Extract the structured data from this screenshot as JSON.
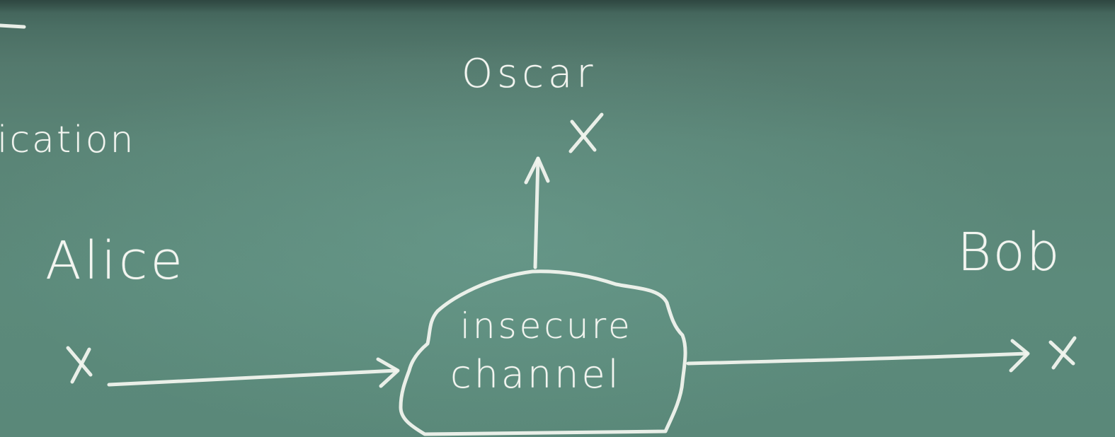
{
  "labels": {
    "partial_word": "ication",
    "eavesdropper": "Oscar",
    "sender": "Alice",
    "receiver": "Bob",
    "channel_line1": "insecure",
    "channel_line2": "channel"
  },
  "colors": {
    "board": "#5a8677",
    "chalk": "#f3f5f0"
  }
}
